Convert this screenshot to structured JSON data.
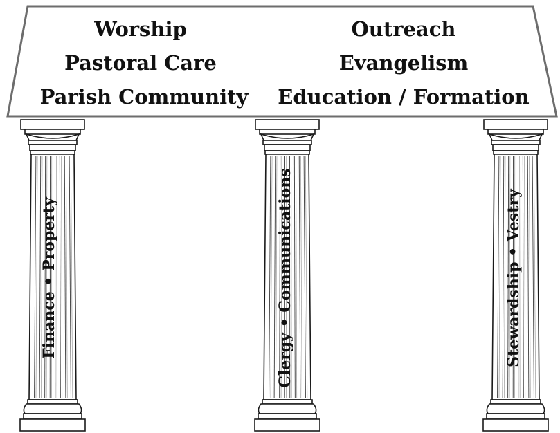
{
  "roof": {
    "left_items": [
      "Worship",
      "Pastoral Care",
      "Parish Community"
    ],
    "right_items": [
      "Outreach",
      "Evangelism",
      "Education / Formation"
    ]
  },
  "pillars": [
    {
      "label": "Finance • Property"
    },
    {
      "label": "Clergy • Communications"
    },
    {
      "label": "Stewardship • Vestry"
    }
  ]
}
